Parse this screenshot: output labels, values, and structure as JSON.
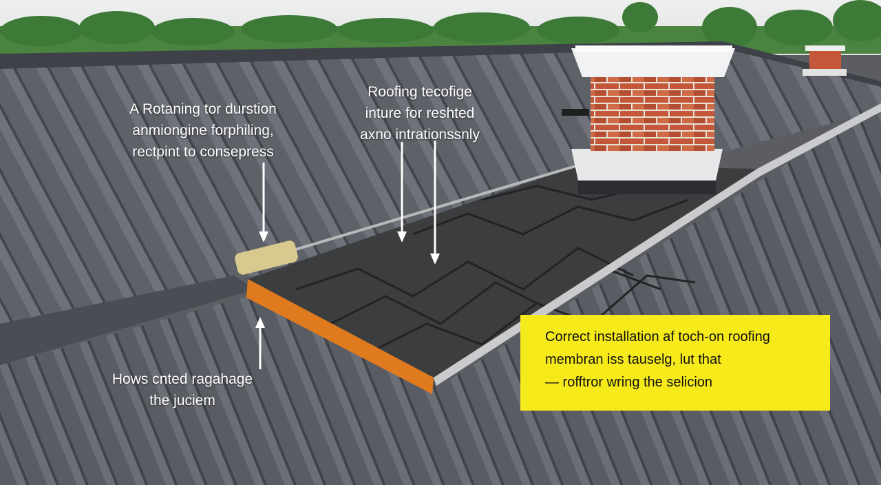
{
  "annotations": {
    "top_left": [
      "A Rotaning tor durstion",
      "anmiongine forphiling,",
      "rectpint to consepress"
    ],
    "top_center": [
      "Roofing tecofige",
      "inture for reshted",
      "axno intrationssnly"
    ],
    "bottom_left": [
      "Hows cnted ragahage",
      "the juciem"
    ]
  },
  "callout": {
    "lines": [
      "Correct installation af toch-on roofing",
      "membran iss tauselg, lut that",
      "— rofftror wring the selicion"
    ],
    "color": "#f6ea1a"
  },
  "colors": {
    "sky": "#e8eaea",
    "trees": "#3f7a3a",
    "roof_metal": "#5c5f66",
    "membrane": "#3c3d3f",
    "insulation_edge": "#e07a1e",
    "brick": "#c0583a"
  }
}
